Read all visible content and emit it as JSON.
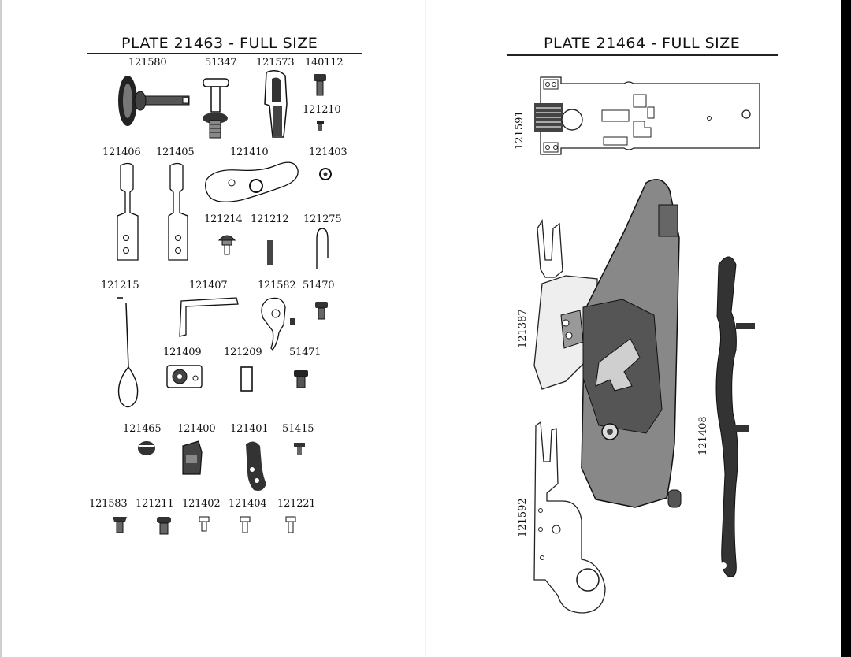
{
  "plates": [
    {
      "title": "PLATE 21463 - FULL SIZE",
      "rows": [
        [
          "121580",
          "51347",
          "121573",
          "140112"
        ],
        [
          "121210"
        ],
        [
          "121406",
          "121405",
          "121410",
          "121403"
        ],
        [
          "121214",
          "121212",
          "121275"
        ],
        [
          "121215",
          "121407",
          "121582",
          "51470"
        ],
        [
          "121409",
          "121209",
          "51471"
        ],
        [
          "121465",
          "121400",
          "121401",
          "51415"
        ],
        [
          "121583",
          "121211",
          "121402",
          "121404",
          "121221"
        ]
      ]
    },
    {
      "title": "PLATE 21464 - FULL SIZE",
      "labels": [
        "121591",
        "121387",
        "121408",
        "121592"
      ]
    }
  ]
}
